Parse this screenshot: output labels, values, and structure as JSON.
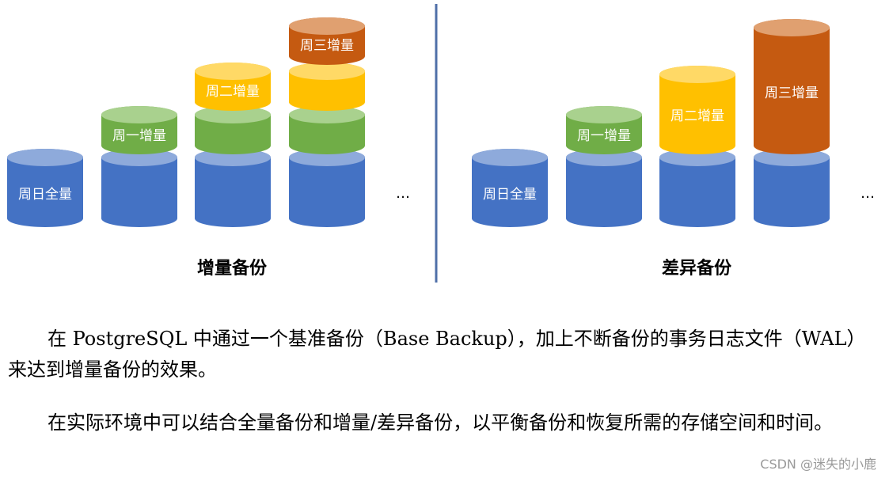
{
  "colors": {
    "blue_body": "#4472c4",
    "blue_top": "#8eaadb",
    "green_body": "#70ad47",
    "green_top": "#a9d18e",
    "yellow_body": "#ffc000",
    "yellow_top": "#ffd966",
    "orange_body": "#c55a11",
    "orange_top": "#e0a070",
    "divider": "#4f6fa8"
  },
  "diagram": {
    "incremental": {
      "title": "增量备份",
      "ellipsis": "…",
      "labels": {
        "full": "周日全量",
        "mon": "周一增量",
        "tue": "周二增量",
        "wed": "周三增量"
      }
    },
    "differential": {
      "title": "差异备份",
      "ellipsis": "…",
      "labels": {
        "full": "周日全量",
        "mon": "周一增量",
        "tue": "周二增量",
        "wed": "周三增量"
      }
    }
  },
  "text": {
    "para1": "在 PostgreSQL 中通过一个基准备份（Base Backup），加上不断备份的事务日志文件（WAL）来达到增量备份的效果。",
    "para2": "在实际环境中可以结合全量备份和增量/差异备份，以平衡备份和恢复所需的存储空间和时间。"
  },
  "watermark": "CSDN @迷失的小鹿"
}
